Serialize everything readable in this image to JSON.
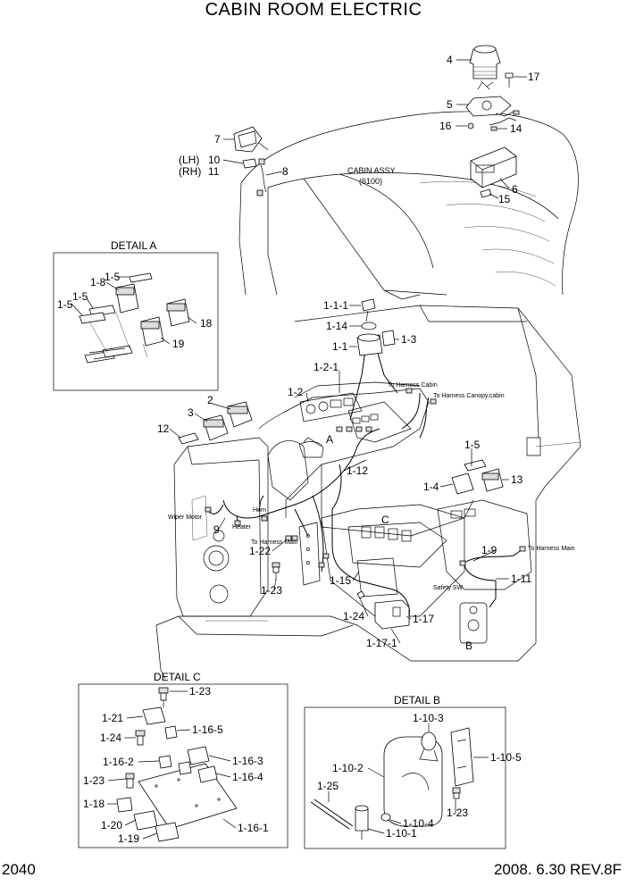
{
  "title": "CABIN ROOM ELECTRIC",
  "footer": {
    "page": "2040",
    "date_rev": "2008. 6.30 REV.8F"
  },
  "details": {
    "a": "DETAIL A",
    "b": "DETAIL B",
    "c": "DETAIL C"
  },
  "notes": {
    "cabin_assy": "CABIN ASSY",
    "cabin_assy_no": "(6100)",
    "lh": "(LH)",
    "rh": "(RH)",
    "to_harness_cabin": "To Harness Cabin",
    "to_harness_canopy": "To Harness Canopy,cabin",
    "to_harness_main_1": "To Harness Main",
    "to_harness_main_2": "To Harness Main",
    "wiper_motor": "Wiper Motor",
    "heater": "Heater",
    "horn": "Horn",
    "safety_sw": "Safety SW",
    "ref_a": "A",
    "ref_b": "B",
    "ref_c": "C"
  },
  "callouts": {
    "p4": "4",
    "p17": "17",
    "p5": "5",
    "p16": "16",
    "p14": "14",
    "p7": "7",
    "p10": "10",
    "p11": "11",
    "p8": "8",
    "p6": "6",
    "p15": "15",
    "p1_1_1": "1-1-1",
    "p1_14": "1-14",
    "p1_1": "1-1",
    "p1_3": "1-3",
    "p1_2_1": "1-2-1",
    "p1_2": "1-2",
    "p2": "2",
    "p3": "3",
    "p12": "12",
    "p1_12": "1-12",
    "p1_5_main": "1-5",
    "p1_4": "1-4",
    "p13": "13",
    "p9": "9",
    "p1_22": "1-22",
    "p1_23_main": "1-23",
    "p1_15": "1-15",
    "p1_9": "1-9",
    "p1_11": "1-11",
    "p1_24_main": "1-24",
    "p1_17": "1-17",
    "p1_17_1": "1-17-1",
    "a_1_8": "1-8",
    "a_1_5_top": "1-5",
    "a_1_5_mid": "1-5",
    "a_1_5_left": "1-5",
    "a_18": "18",
    "a_19": "19",
    "c_1_23_top": "1-23",
    "c_1_21": "1-21",
    "c_1_16_5": "1-16-5",
    "c_1_24": "1-24",
    "c_1_16_2": "1-16-2",
    "c_1_16_3": "1-16-3",
    "c_1_23_mid": "1-23",
    "c_1_16_4": "1-16-4",
    "c_1_18": "1-18",
    "c_1_20": "1-20",
    "c_1_19": "1-19",
    "c_1_16_1": "1-16-1",
    "b_1_10_3": "1-10-3",
    "b_1_10_2": "1-10-2",
    "b_1_10_5": "1-10-5",
    "b_1_25": "1-25",
    "b_1_23": "1-23",
    "b_1_10_4": "1-10-4",
    "b_1_10_1": "1-10-1"
  }
}
